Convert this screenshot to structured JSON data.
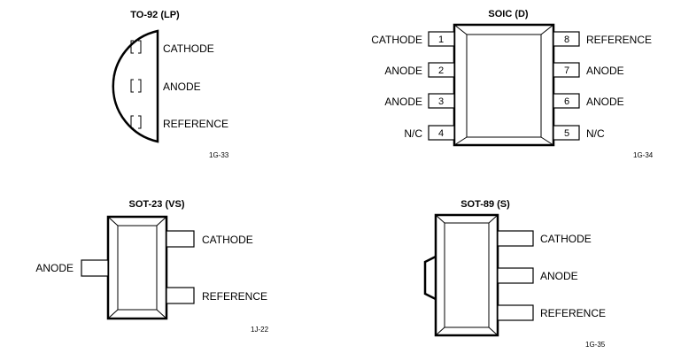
{
  "to92": {
    "title": "TO-92 (LP)",
    "pins": [
      "CATHODE",
      "ANODE",
      "REFERENCE"
    ],
    "code": "1G-33"
  },
  "soic": {
    "title": "SOIC (D)",
    "left": [
      {
        "num": "1",
        "label": "CATHODE"
      },
      {
        "num": "2",
        "label": "ANODE"
      },
      {
        "num": "3",
        "label": "ANODE"
      },
      {
        "num": "4",
        "label": "N/C"
      }
    ],
    "right": [
      {
        "num": "8",
        "label": "REFERENCE"
      },
      {
        "num": "7",
        "label": "ANODE"
      },
      {
        "num": "6",
        "label": "ANODE"
      },
      {
        "num": "5",
        "label": "N/C"
      }
    ],
    "code": "1G-34"
  },
  "sot23": {
    "title": "SOT-23 (VS)",
    "left_pin": "ANODE",
    "right_pins": [
      "CATHODE",
      "REFERENCE"
    ],
    "code": "1J-22"
  },
  "sot89": {
    "title": "SOT-89 (S)",
    "pins": [
      "CATHODE",
      "ANODE",
      "REFERENCE"
    ],
    "code": "1G-35"
  }
}
